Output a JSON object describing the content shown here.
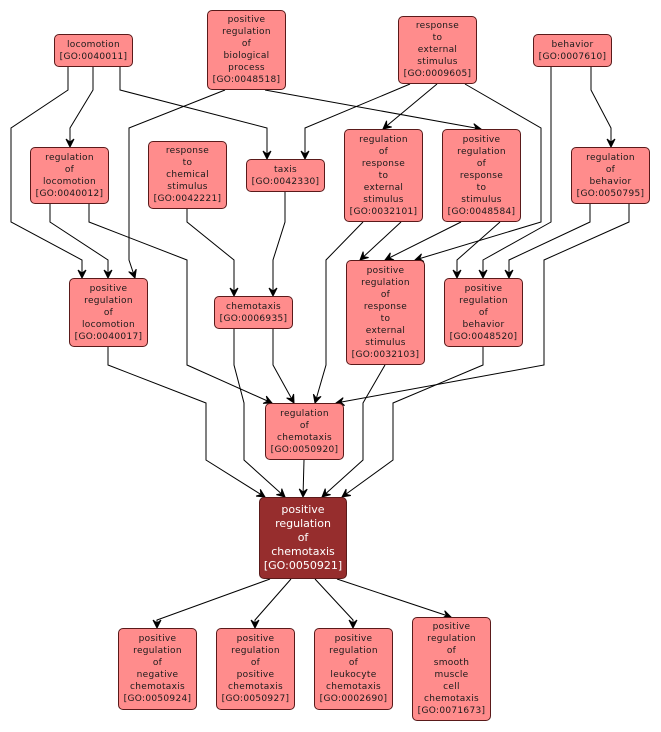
{
  "graph": {
    "title": "positive regulation of chemotaxis ancestor/descendant graph",
    "colors": {
      "node_fill": "#ff8c8c",
      "focus_fill": "#962d2d",
      "border": "#5a1a1a",
      "edge": "#000000"
    },
    "nodes": [
      {
        "id": "GO:0040011",
        "lines": [
          "locomotion"
        ],
        "label": "[GO:0040011]"
      },
      {
        "id": "GO:0048518",
        "lines": [
          "positive",
          "regulation",
          "of",
          "biological",
          "process"
        ],
        "label": "[GO:0048518]"
      },
      {
        "id": "GO:0009605",
        "lines": [
          "response",
          "to",
          "external",
          "stimulus"
        ],
        "label": "[GO:0009605]"
      },
      {
        "id": "GO:0007610",
        "lines": [
          "behavior"
        ],
        "label": "[GO:0007610]"
      },
      {
        "id": "GO:0040012",
        "lines": [
          "regulation",
          "of",
          "locomotion"
        ],
        "label": "[GO:0040012]"
      },
      {
        "id": "GO:0042221",
        "lines": [
          "response",
          "to",
          "chemical",
          "stimulus"
        ],
        "label": "[GO:0042221]"
      },
      {
        "id": "GO:0042330",
        "lines": [
          "taxis"
        ],
        "label": "[GO:0042330]"
      },
      {
        "id": "GO:0032101",
        "lines": [
          "regulation",
          "of",
          "response",
          "to",
          "external",
          "stimulus"
        ],
        "label": "[GO:0032101]"
      },
      {
        "id": "GO:0048584",
        "lines": [
          "positive",
          "regulation",
          "of",
          "response",
          "to",
          "stimulus"
        ],
        "label": "[GO:0048584]"
      },
      {
        "id": "GO:0050795",
        "lines": [
          "regulation",
          "of",
          "behavior"
        ],
        "label": "[GO:0050795]"
      },
      {
        "id": "GO:0040017",
        "lines": [
          "positive",
          "regulation",
          "of",
          "locomotion"
        ],
        "label": "[GO:0040017]"
      },
      {
        "id": "GO:0006935",
        "lines": [
          "chemotaxis"
        ],
        "label": "[GO:0006935]"
      },
      {
        "id": "GO:0032103",
        "lines": [
          "positive",
          "regulation",
          "of",
          "response",
          "to",
          "external",
          "stimulus"
        ],
        "label": "[GO:0032103]"
      },
      {
        "id": "GO:0048520",
        "lines": [
          "positive",
          "regulation",
          "of",
          "behavior"
        ],
        "label": "[GO:0048520]"
      },
      {
        "id": "GO:0050920",
        "lines": [
          "regulation",
          "of",
          "chemotaxis"
        ],
        "label": "[GO:0050920]"
      },
      {
        "id": "GO:0050921",
        "lines": [
          "positive",
          "regulation",
          "of",
          "chemotaxis"
        ],
        "label": "[GO:0050921]",
        "focus": true
      },
      {
        "id": "GO:0050924",
        "lines": [
          "positive",
          "regulation",
          "of",
          "negative",
          "chemotaxis"
        ],
        "label": "[GO:0050924]"
      },
      {
        "id": "GO:0050927",
        "lines": [
          "positive",
          "regulation",
          "of",
          "positive",
          "chemotaxis"
        ],
        "label": "[GO:0050927]"
      },
      {
        "id": "GO:0002690",
        "lines": [
          "positive",
          "regulation",
          "of",
          "leukocyte",
          "chemotaxis"
        ],
        "label": "[GO:0002690]"
      },
      {
        "id": "GO:0071673",
        "lines": [
          "positive",
          "regulation",
          "of",
          "smooth",
          "muscle",
          "cell",
          "chemotaxis"
        ],
        "label": "[GO:0071673]"
      }
    ],
    "edges": [
      {
        "from": "GO:0040011",
        "to": "GO:0040012"
      },
      {
        "from": "GO:0040011",
        "to": "GO:0042330"
      },
      {
        "from": "GO:0040011",
        "to": "GO:0040017"
      },
      {
        "from": "GO:0048518",
        "to": "GO:0048584"
      },
      {
        "from": "GO:0048518",
        "to": "GO:0040017"
      },
      {
        "from": "GO:0009605",
        "to": "GO:0042330"
      },
      {
        "from": "GO:0009605",
        "to": "GO:0032101"
      },
      {
        "from": "GO:0009605",
        "to": "GO:0032103"
      },
      {
        "from": "GO:0007610",
        "to": "GO:0050795"
      },
      {
        "from": "GO:0007610",
        "to": "GO:0048520"
      },
      {
        "from": "GO:0040012",
        "to": "GO:0040017"
      },
      {
        "from": "GO:0040012",
        "to": "GO:0050920"
      },
      {
        "from": "GO:0042221",
        "to": "GO:0006935"
      },
      {
        "from": "GO:0042330",
        "to": "GO:0006935"
      },
      {
        "from": "GO:0032101",
        "to": "GO:0032103"
      },
      {
        "from": "GO:0032101",
        "to": "GO:0050920"
      },
      {
        "from": "GO:0048584",
        "to": "GO:0032103"
      },
      {
        "from": "GO:0048584",
        "to": "GO:0048520"
      },
      {
        "from": "GO:0050795",
        "to": "GO:0048520"
      },
      {
        "from": "GO:0050795",
        "to": "GO:0050920"
      },
      {
        "from": "GO:0040017",
        "to": "GO:0050921"
      },
      {
        "from": "GO:0006935",
        "to": "GO:0050920"
      },
      {
        "from": "GO:0006935",
        "to": "GO:0050921"
      },
      {
        "from": "GO:0032103",
        "to": "GO:0050921"
      },
      {
        "from": "GO:0048520",
        "to": "GO:0050921"
      },
      {
        "from": "GO:0050920",
        "to": "GO:0050921"
      },
      {
        "from": "GO:0050921",
        "to": "GO:0050924"
      },
      {
        "from": "GO:0050921",
        "to": "GO:0050927"
      },
      {
        "from": "GO:0050921",
        "to": "GO:0002690"
      },
      {
        "from": "GO:0050921",
        "to": "GO:0071673"
      }
    ]
  }
}
